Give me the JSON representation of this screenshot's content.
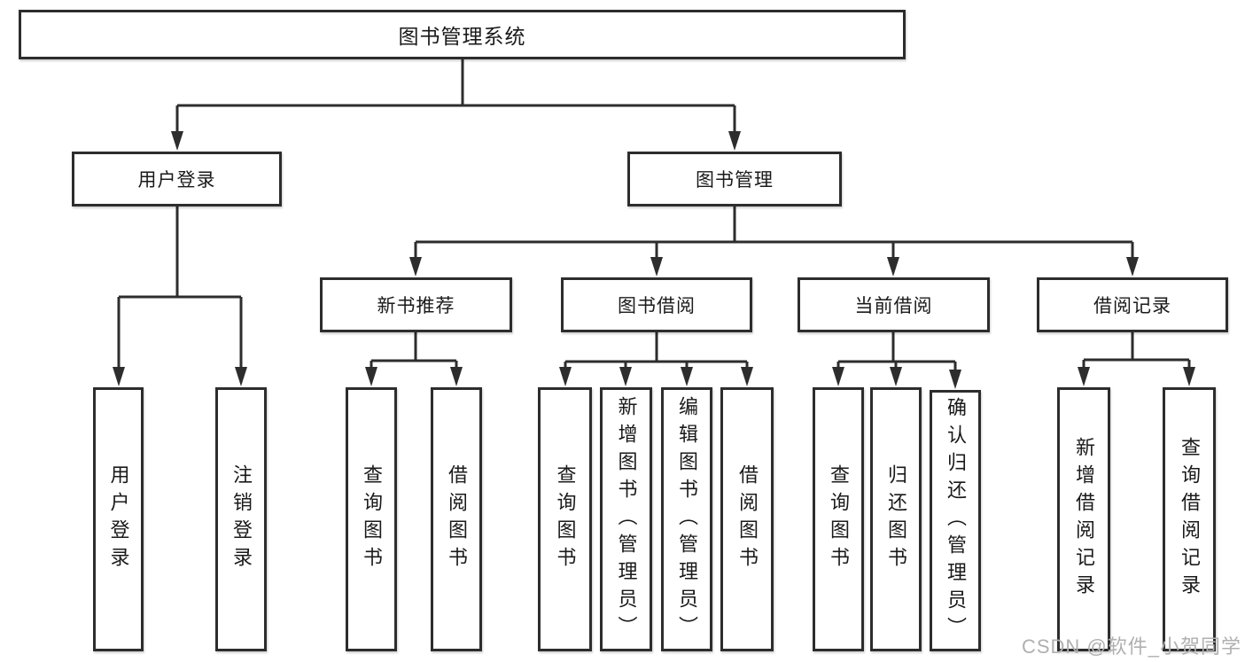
{
  "tree": {
    "root": {
      "label": "图书管理系统"
    },
    "level2": [
      {
        "label": "用户登录",
        "children": [
          {
            "label": "用户登录"
          },
          {
            "label": "注销登录"
          }
        ]
      },
      {
        "label": "图书管理",
        "children": [
          {
            "label": "新书推荐",
            "children": [
              {
                "label": "查询图书"
              },
              {
                "label": "借阅图书"
              }
            ]
          },
          {
            "label": "图书借阅",
            "children": [
              {
                "label": "查询图书"
              },
              {
                "label": "新增图书（管理员）"
              },
              {
                "label": "编辑图书（管理员）"
              },
              {
                "label": "借阅图书"
              }
            ]
          },
          {
            "label": "当前借阅",
            "children": [
              {
                "label": "查询图书"
              },
              {
                "label": "归还图书"
              },
              {
                "label": "确认归还（管理员）"
              }
            ]
          },
          {
            "label": "借阅记录",
            "children": [
              {
                "label": "新增借阅记录"
              },
              {
                "label": "查询借阅记录"
              }
            ]
          }
        ]
      }
    ]
  },
  "watermark": {
    "text": "CSDN @软件_小贺同学"
  },
  "colors": {
    "line": "#2d2d2d",
    "box_border": "#2d2d2d",
    "box_background": "#ffffff",
    "text": "#1a1a1a",
    "watermark": "#b0b0b0"
  }
}
